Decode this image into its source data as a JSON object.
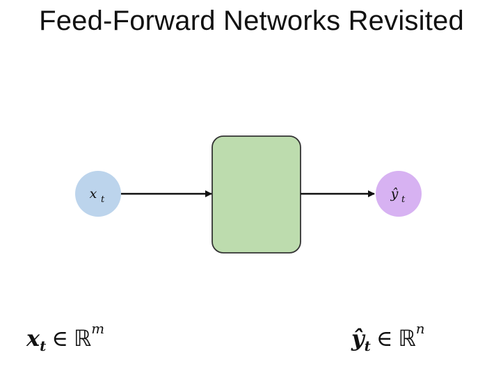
{
  "title": "Feed-Forward Networks Revisited",
  "colors": {
    "input_node": "#bcd4ec",
    "box_fill": "#bddcae",
    "box_stroke": "#333333",
    "output_node": "#d7b2f2",
    "arrow": "#111111"
  },
  "nodes": {
    "input": {
      "var": "x",
      "sub": "t"
    },
    "output": {
      "var": "ŷ",
      "sub": "t"
    }
  },
  "formulas": {
    "input": {
      "var": "x",
      "sub": "t",
      "rel": "∈",
      "set": "ℝ",
      "exp": "m"
    },
    "output": {
      "var": "ŷ",
      "sub": "t",
      "rel": "∈",
      "set": "ℝ",
      "exp": "n"
    }
  }
}
